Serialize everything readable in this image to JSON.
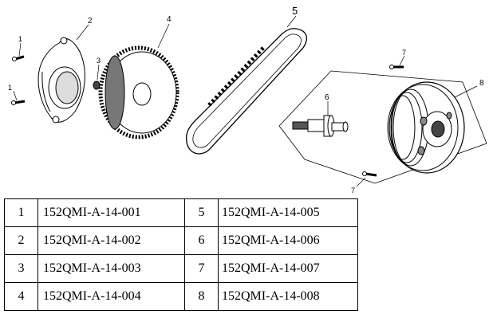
{
  "callouts": {
    "c1a": "1",
    "c1b": "1",
    "c2": "2",
    "c3": "3",
    "c4": "4",
    "c5": "5",
    "c6": "6",
    "c7a": "7",
    "c7b": "7",
    "c8": "8"
  },
  "parts": [
    {
      "num": "1",
      "code": "152QMI-A-14-001"
    },
    {
      "num": "2",
      "code": "152QMI-A-14-002"
    },
    {
      "num": "3",
      "code": "152QMI-A-14-003"
    },
    {
      "num": "4",
      "code": "152QMI-A-14-004"
    },
    {
      "num": "5",
      "code": "152QMI-A-14-005"
    },
    {
      "num": "6",
      "code": "152QMI-A-14-006"
    },
    {
      "num": "7",
      "code": "152QMI-A-14-007"
    },
    {
      "num": "8",
      "code": "152QMI-A-14-008"
    }
  ]
}
